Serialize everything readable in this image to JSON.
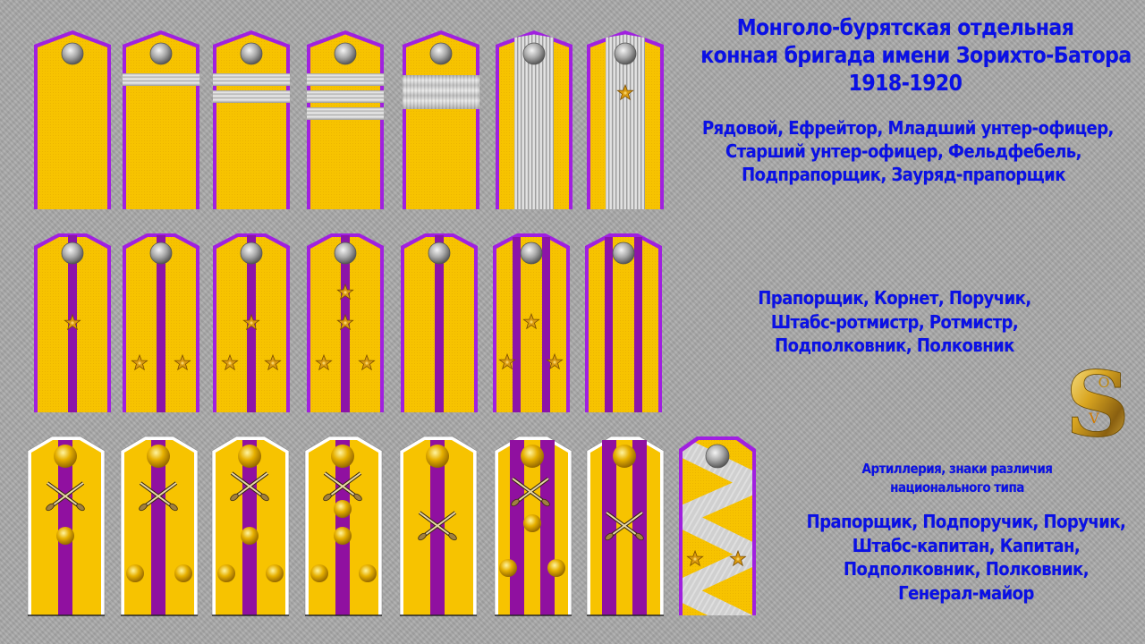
{
  "title": {
    "lines": [
      "Монголо-бурятская отдельная",
      "конная бригада имени Зорихто-Батора",
      "1918-1920"
    ]
  },
  "colors": {
    "background": "#a9a9a9",
    "cloth_yellow": "#f7c300",
    "piping_purple": "#a020e0",
    "stripe_purple": "#8c14a8",
    "silver_galloon": "#c8c8c8",
    "gold": "#d9a400",
    "text_blue": "#0a10e6"
  },
  "sections": [
    {
      "id": "lower-ranks",
      "caption_lines": [
        "Рядовой, Ефрейтор, Младший унтер-офицер,",
        "Старший унтер-офицер, Фельдфебель,",
        "Подпрапорщик, Зауряд-прапорщик"
      ],
      "boards": [
        {
          "rank": "Рядовой",
          "type": "plain",
          "stripes": 0
        },
        {
          "rank": "Ефрейтор",
          "type": "stripes",
          "stripes": 1
        },
        {
          "rank": "Младший унтер-офицер",
          "type": "stripes",
          "stripes": 2
        },
        {
          "rank": "Старший унтер-офицер",
          "type": "stripes",
          "stripes": 3
        },
        {
          "rank": "Фельдфебель",
          "type": "wide-stripe",
          "stripes": 1
        },
        {
          "rank": "Подпрапорщик",
          "type": "long-galloon",
          "stars": 0
        },
        {
          "rank": "Зауряд-прапорщик",
          "type": "long-galloon",
          "stars": 1
        }
      ]
    },
    {
      "id": "cavalry-officers",
      "caption_lines": [
        "Прапорщик, Корнет, Поручик,",
        "Штабс-ротмистр, Ротмистр,",
        "Подполковник, Полковник"
      ],
      "boards": [
        {
          "rank": "Прапорщик",
          "clearances": 1,
          "stars": 1
        },
        {
          "rank": "Корнет",
          "clearances": 1,
          "stars": 2
        },
        {
          "rank": "Поручик",
          "clearances": 1,
          "stars": 3
        },
        {
          "rank": "Штабс-ротмистр",
          "clearances": 1,
          "stars": 4
        },
        {
          "rank": "Ротмистр",
          "clearances": 1,
          "stars": 0
        },
        {
          "rank": "Подполковник",
          "clearances": 2,
          "stars": 3
        },
        {
          "rank": "Полковник",
          "clearances": 2,
          "stars": 0
        }
      ]
    },
    {
      "id": "artillery",
      "subtitle_lines": [
        "Артиллерия, знаки различия",
        "национального типа"
      ],
      "caption_lines": [
        "Прапорщик, Подпоручик, Поручик,",
        "Штабс-капитан, Капитан,",
        "Подполковник, Полковник,",
        "Генерал-майор"
      ],
      "boards": [
        {
          "rank": "Прапорщик",
          "clearances": 1,
          "balls": 1,
          "cannons": true
        },
        {
          "rank": "Подпоручик",
          "clearances": 1,
          "balls": 2,
          "cannons": true
        },
        {
          "rank": "Поручик",
          "clearances": 1,
          "balls": 3,
          "cannons": true
        },
        {
          "rank": "Штабс-капитан",
          "clearances": 1,
          "balls": 4,
          "cannons": true
        },
        {
          "rank": "Капитан",
          "clearances": 1,
          "balls": 0,
          "cannons": true
        },
        {
          "rank": "Подполковник",
          "clearances": 2,
          "balls": 3,
          "cannons": true
        },
        {
          "rank": "Полковник",
          "clearances": 2,
          "balls": 0,
          "cannons": true
        },
        {
          "rank": "Генерал-майор",
          "type": "zigzag",
          "stars": 2
        }
      ]
    }
  ],
  "logo": {
    "letter": "S",
    "small_top": "O",
    "small_bottom": "V"
  }
}
